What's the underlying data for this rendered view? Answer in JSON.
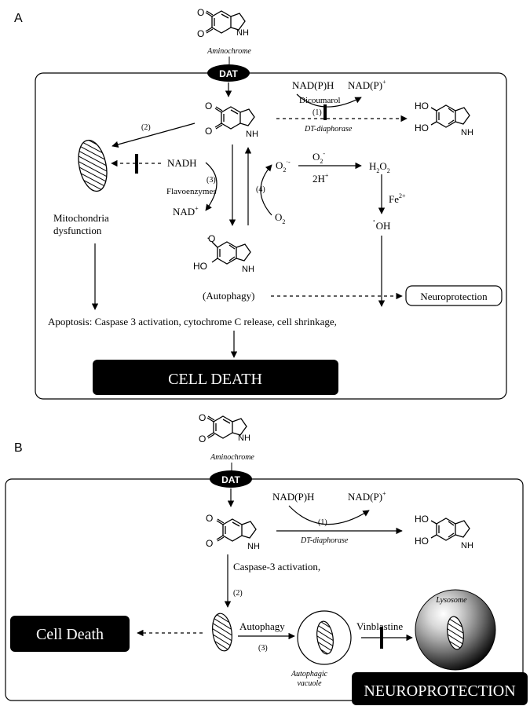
{
  "panel_a": {
    "label": "A",
    "aminochrome_label": "Aminochrome",
    "dat": "DAT",
    "nadph": "NAD(P)H",
    "nadp_base": "NAD(P)",
    "nadp_sup": "+",
    "dicoumarol": "Dicoumarol",
    "step1": "(1)",
    "dt_diaphorase": "DT-diaphorase",
    "step2": "(2)",
    "nadh": "NADH",
    "step3": "(3)",
    "flavoenzymes": "Flavoenzymes",
    "nad_base": "NAD",
    "nad_sup": "+",
    "step4": "(4)",
    "superoxide_base": "O",
    "superoxide_sub": "2",
    "superoxide_sup": "·-",
    "superoxide2_base": "O",
    "superoxide2_sub": "2",
    "superoxide2_sup": "-",
    "two_h": "2H",
    "two_h_sup": "+",
    "h2o2_h": "H",
    "h2o2_sub1": "2",
    "h2o2_o": "O",
    "h2o2_sub2": "2",
    "o2_base": "O",
    "o2_sub": "2",
    "fe_base": "Fe",
    "fe_sup": "2+",
    "oh_dot": "·",
    "oh": "OH",
    "mito_line1": "Mitochondria",
    "mito_line2": "dysfunction",
    "autophagy": "(Autophagy)",
    "neuroprotection": "Neuroprotection",
    "apoptosis": "Apoptosis: Caspase 3 activation,  cytochrome C release, cell shrinkage,",
    "cell_death": "CELL DEATH"
  },
  "panel_b": {
    "label": "B",
    "aminochrome_label": "Aminochrome",
    "dat": "DAT",
    "nadph": "NAD(P)H",
    "nadp_base": "NAD(P)",
    "nadp_sup": "+",
    "step1": "(1)",
    "dt_diaphorase": "DT-diaphorase",
    "caspase": "Caspase-3 activation,",
    "step2": "(2)",
    "cell_death": "Cell Death",
    "autophagy": "Autophagy",
    "step3": "(3)",
    "vacuole_line1": "Autophagic",
    "vacuole_line2": "vacuole",
    "vinblastine": "Vinblastine",
    "lysosome": "Lysosome",
    "neuroprotection": "NEUROPROTECTION"
  },
  "chem": {
    "o": "O",
    "nh_n": "N",
    "nh_h": "H",
    "ho": "HO",
    "o_dot": "O"
  }
}
